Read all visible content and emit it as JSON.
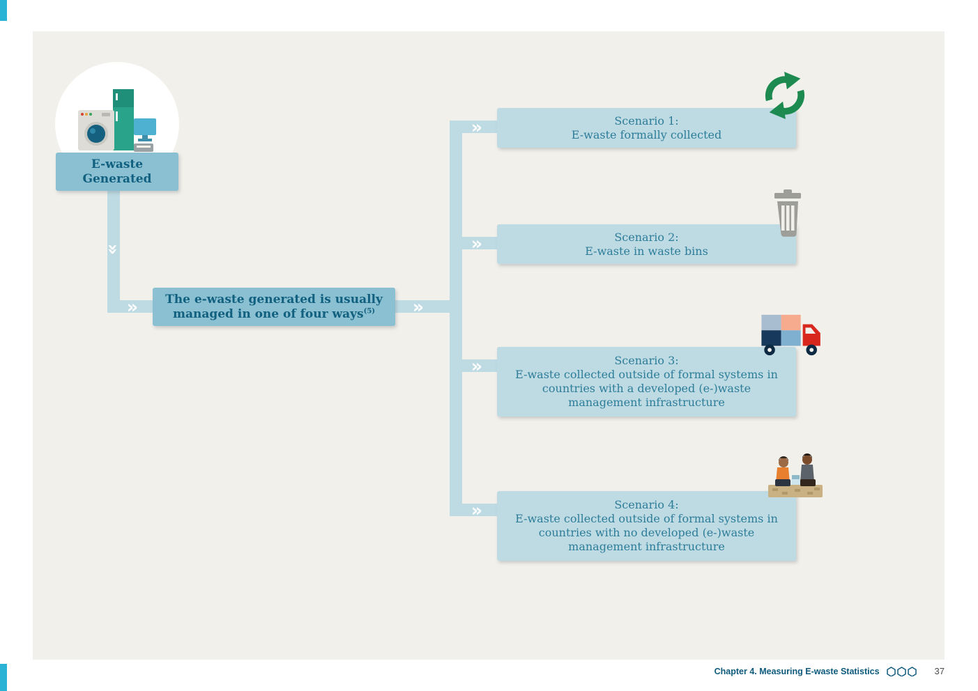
{
  "diagram": {
    "source_box": {
      "label": "E-waste\nGenerated",
      "icon": "appliances-icon"
    },
    "managed_box": {
      "label": "The e-waste generated is usually managed in one of four ways",
      "footnote": "(5)"
    },
    "scenarios": [
      {
        "title": "Scenario 1:",
        "description": "E-waste formally collected",
        "icon": "recycle-icon"
      },
      {
        "title": "Scenario 2:",
        "description": "E-waste in waste bins",
        "icon": "trash-bin-icon"
      },
      {
        "title": "Scenario 3:",
        "description": "E-waste collected outside of formal systems in countries with a developed (e-)waste management infrastructure",
        "icon": "collection-truck-icon"
      },
      {
        "title": "Scenario 4:",
        "description": "E-waste collected outside of formal systems in countries with no developed (e-)waste management infrastructure",
        "icon": "informal-recycling-icon"
      }
    ]
  },
  "glyphs": {
    "double_chevron": "»"
  },
  "footer": {
    "chapter_label": "Chapter 4. Measuring E-waste Statistics",
    "page_number": "37"
  },
  "colors": {
    "page_background": "#f2f0eb",
    "scenario_box": "#bedbe4",
    "highlight_box": "#8ac0d2",
    "connector": "#bedbe4",
    "text": "#2d7d99",
    "text_bold": "#11607f",
    "recycle_green": "#1d8a50",
    "bin_gray": "#9d9d9a",
    "truck_red": "#d8271c",
    "edge_accent": "#2bb3d6"
  }
}
